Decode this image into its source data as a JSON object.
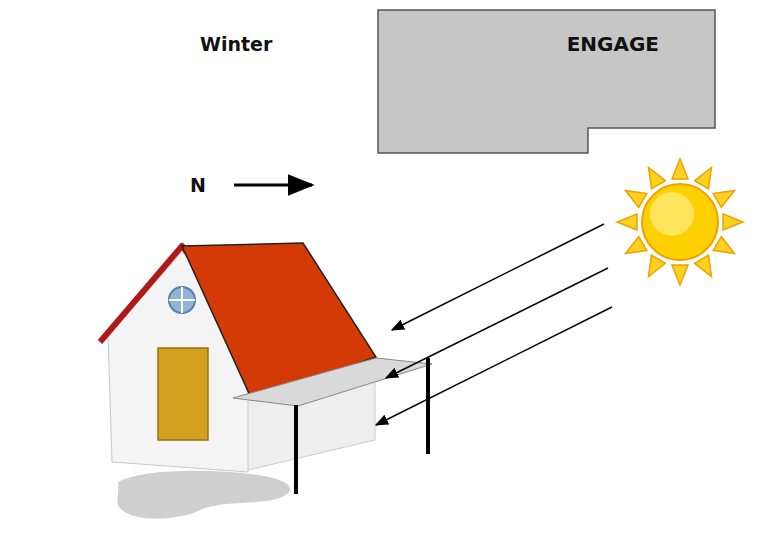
{
  "diagram": {
    "nodes": [
      {
        "text": [
          "ENGAGE"
        ]
      }
    ],
    "labels": [
      "Winter",
      "N"
    ]
  }
}
